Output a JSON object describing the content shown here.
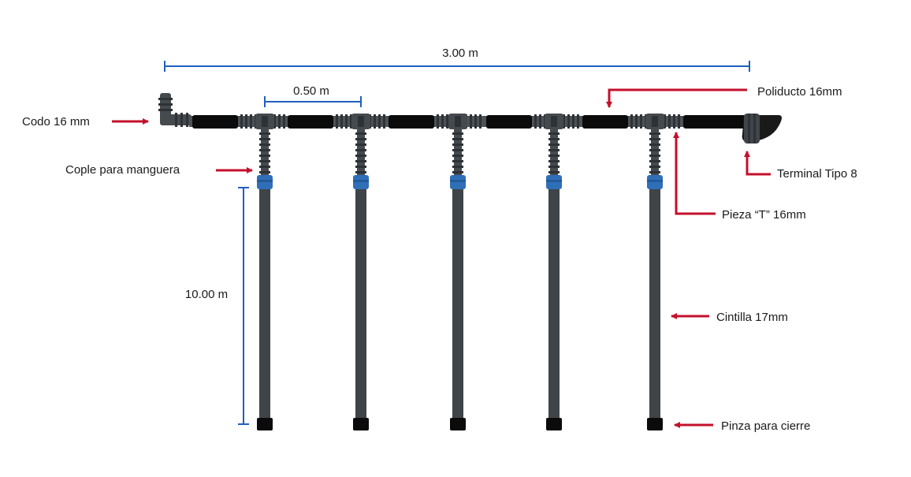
{
  "colors": {
    "dimension": "#1f5fbf",
    "arrow": "#c4102b",
    "pipe": "#454a4f",
    "pipe_dark": "#2e3236",
    "hose_section": "#0b0b0b",
    "coupler": "#2f6fb8",
    "text": "#1a1a1a"
  },
  "dimensions": {
    "total_length": "3.00 m",
    "spacing": "0.50 m",
    "hose_length": "10.00 m"
  },
  "labels": {
    "codo": "Codo 16 mm",
    "cople": "Cople para manguera",
    "poliducto": "Poliducto 16mm",
    "terminal": "Terminal Tipo 8",
    "pieza_t": "Pieza “T” 16mm",
    "cintilla": "Cintilla 17mm",
    "pinza": "Pinza para cierre"
  },
  "branch_count": 5
}
